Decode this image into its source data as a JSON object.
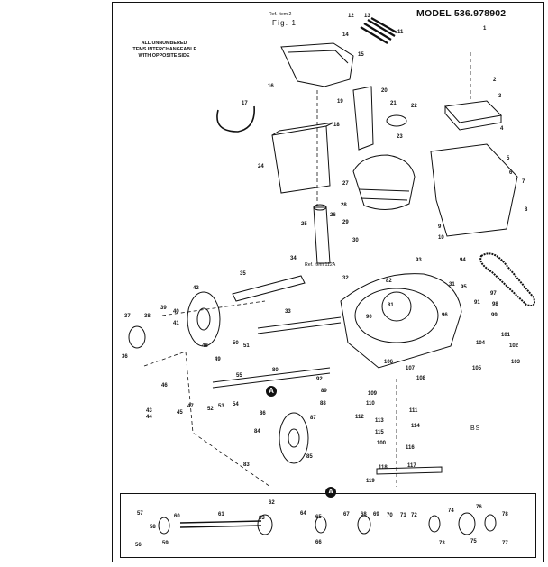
{
  "model": "MODEL 536.978902",
  "note": [
    "ALL UNNUMBERED",
    "ITEMS INTERCHANGEABLE",
    "WITH OPPOSITE SIDE"
  ],
  "ref_item2": [
    "Ref. Item 2",
    "Fig. 1"
  ],
  "ref_item112a": "Ref. Item 112A",
  "callout": "A",
  "bs": "BS",
  "stray_mark": "’",
  "main_labels": [
    "1",
    "2",
    "3",
    "4",
    "5",
    "6",
    "7",
    "8",
    "9",
    "10",
    "11",
    "12",
    "13",
    "14",
    "15",
    "16",
    "17",
    "18",
    "19",
    "20",
    "21",
    "22",
    "23",
    "24",
    "25",
    "26",
    "27",
    "28",
    "29",
    "30",
    "31",
    "32",
    "33",
    "34",
    "35",
    "36",
    "37",
    "38",
    "39",
    "40",
    "41",
    "42",
    "43",
    "44",
    "45",
    "46",
    "47",
    "48",
    "49",
    "50",
    "51",
    "52",
    "53",
    "54",
    "55",
    "80",
    "81",
    "82",
    "83",
    "84",
    "85",
    "86",
    "87",
    "88",
    "89",
    "90",
    "91",
    "92",
    "93",
    "94",
    "95",
    "96",
    "97",
    "98",
    "99",
    "100",
    "101",
    "102",
    "103",
    "104",
    "105",
    "106",
    "107",
    "108",
    "109",
    "110",
    "111",
    "112",
    "113",
    "114",
    "115",
    "116",
    "117",
    "118",
    "119"
  ],
  "inset_labels": [
    "56",
    "57",
    "58",
    "59",
    "60",
    "61",
    "62",
    "63",
    "64",
    "65",
    "66",
    "67",
    "68",
    "69",
    "70",
    "71",
    "72",
    "73",
    "74",
    "75",
    "76",
    "77",
    "78"
  ]
}
